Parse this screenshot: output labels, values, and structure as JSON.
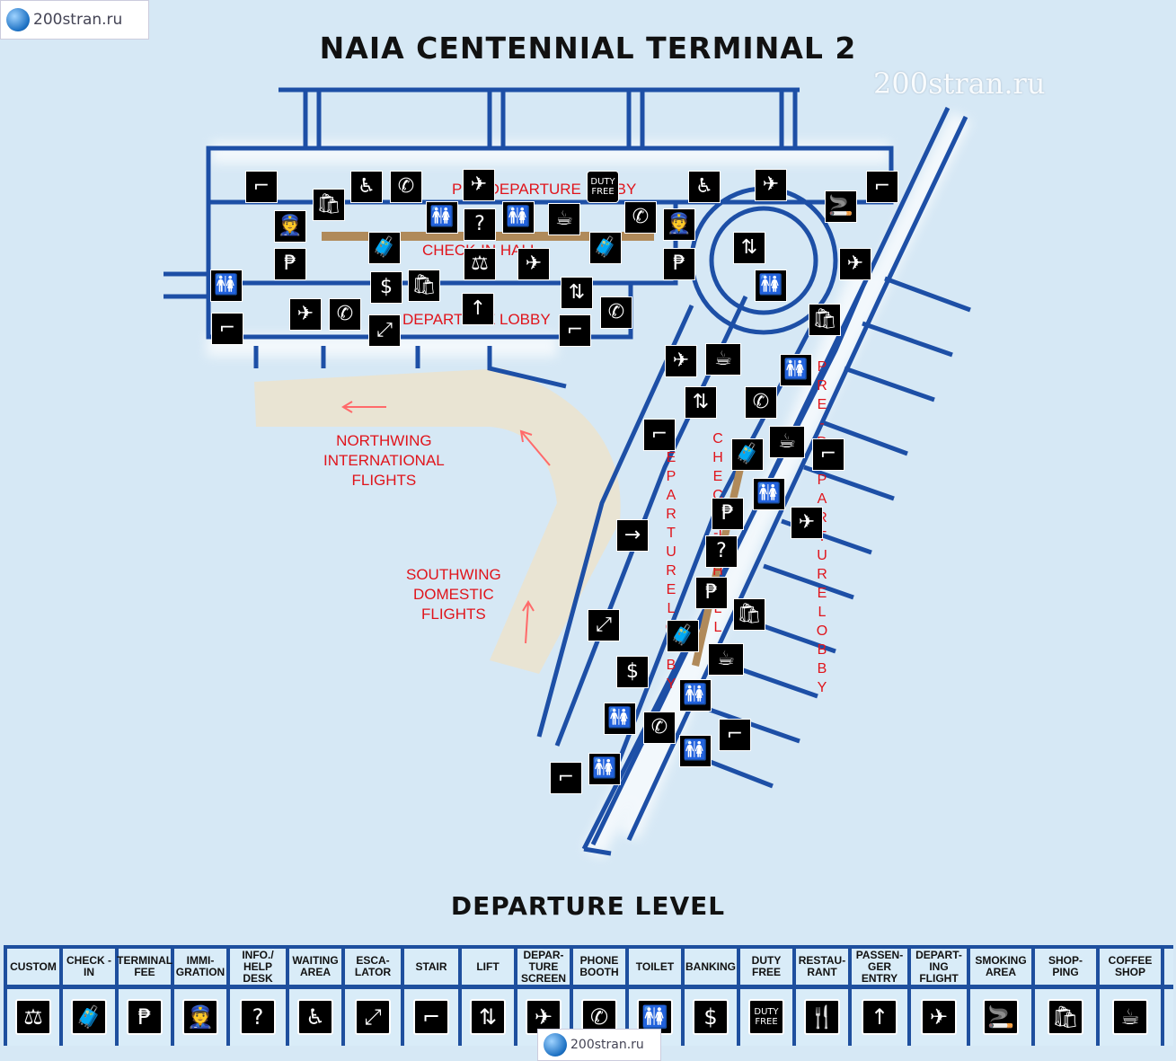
{
  "watermark": {
    "text": "200stran.ru"
  },
  "map": {
    "title": "NAIA CENTENNIAL TERMINAL 2",
    "level": "DEPARTURE LEVEL",
    "areas": {
      "pre_departure_lobby": "PRE-DEPARTURE LOBBY",
      "check_in_hall": "CHECK-IN HALL",
      "departure_lobby": "DEPARTURE LOBBY",
      "south_pre_departure": "PRE-DEPARTURE LOBBY",
      "south_check_in": "CHECK-IN HALL",
      "south_departure": "DEPARTURE LOBBY"
    },
    "wings": {
      "north": [
        "NORTHWING",
        "INTERNATIONAL",
        "FLIGHTS"
      ],
      "south": [
        "SOUTHWING",
        "DOMESTIC",
        "FLIGHTS"
      ]
    },
    "duty_free_text": [
      "DUTY",
      "FREE"
    ]
  },
  "legend": [
    {
      "label": "CUSTOM",
      "icon": "custom-icon",
      "glyph": "⚖"
    },
    {
      "label": "CHECK -IN",
      "icon": "check-in-icon",
      "glyph": "🧳"
    },
    {
      "label": "TERMINAL FEE",
      "icon": "terminal-fee-icon",
      "glyph": "₱"
    },
    {
      "label": "IMMI- GRATION",
      "icon": "immigration-icon",
      "glyph": "👮"
    },
    {
      "label": "INFO./ HELP DESK",
      "icon": "info-icon",
      "glyph": "?"
    },
    {
      "label": "WAITING AREA",
      "icon": "waiting-area-icon",
      "glyph": "♿"
    },
    {
      "label": "ESCA- LATOR",
      "icon": "escalator-icon",
      "glyph": "⤢"
    },
    {
      "label": "STAIR",
      "icon": "stair-icon",
      "glyph": "⌐"
    },
    {
      "label": "LIFT",
      "icon": "lift-icon",
      "glyph": "⇅"
    },
    {
      "label": "DEPAR- TURE SCREEN",
      "icon": "departure-screen-icon",
      "glyph": "✈"
    },
    {
      "label": "PHONE BOOTH",
      "icon": "phone-icon",
      "glyph": "✆"
    },
    {
      "label": "TOILET",
      "icon": "toilet-icon",
      "glyph": "🚻"
    },
    {
      "label": "BANKING",
      "icon": "banking-icon",
      "glyph": "$"
    },
    {
      "label": "DUTY FREE",
      "icon": "duty-free-icon",
      "glyph": "DUTY FREE"
    },
    {
      "label": "RESTAU- RANT",
      "icon": "restaurant-icon",
      "glyph": "🍴"
    },
    {
      "label": "PASSEN- GER ENTRY",
      "icon": "passenger-entry-icon",
      "glyph": "↑"
    },
    {
      "label": "DEPART- ING FLIGHT",
      "icon": "departing-flight-icon",
      "glyph": "✈"
    },
    {
      "label": "SMOKING AREA",
      "icon": "smoking-icon",
      "glyph": "🚬"
    },
    {
      "label": "SHOP- PING",
      "icon": "shopping-icon",
      "glyph": "🛍"
    },
    {
      "label": "COFFEE SHOP",
      "icon": "coffee-icon",
      "glyph": "☕"
    }
  ]
}
